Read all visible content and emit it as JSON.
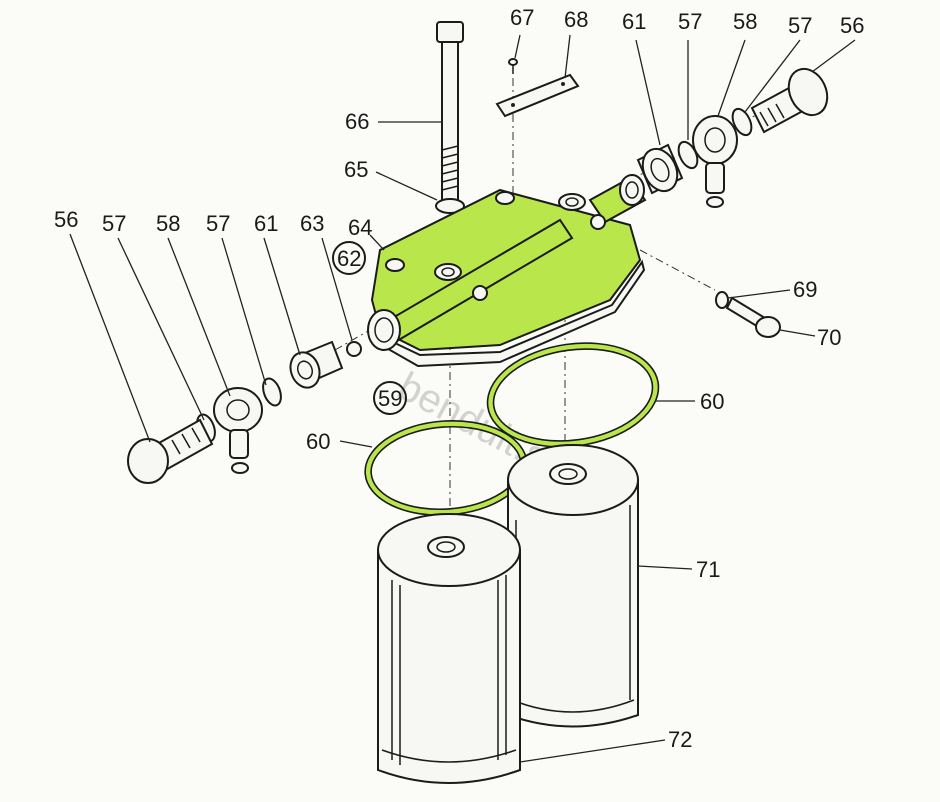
{
  "colors": {
    "highlight": "#b9e64a"
  },
  "watermark": "benduit.sk",
  "labels": {
    "p56_right": "56",
    "p57_right_a": "57",
    "p58_right": "58",
    "p57_right_b": "57",
    "p61_right": "61",
    "p68": "68",
    "p67": "67",
    "p66": "66",
    "p65": "65",
    "p64": "64",
    "p62": "62",
    "p63": "63",
    "p56_left": "56",
    "p57_left_a": "57",
    "p58_left": "58",
    "p57_left_b": "57",
    "p61_left": "61",
    "p69": "69",
    "p70": "70",
    "p59": "59",
    "p60_right": "60",
    "p60_left": "60",
    "p71": "71",
    "p72": "72"
  }
}
